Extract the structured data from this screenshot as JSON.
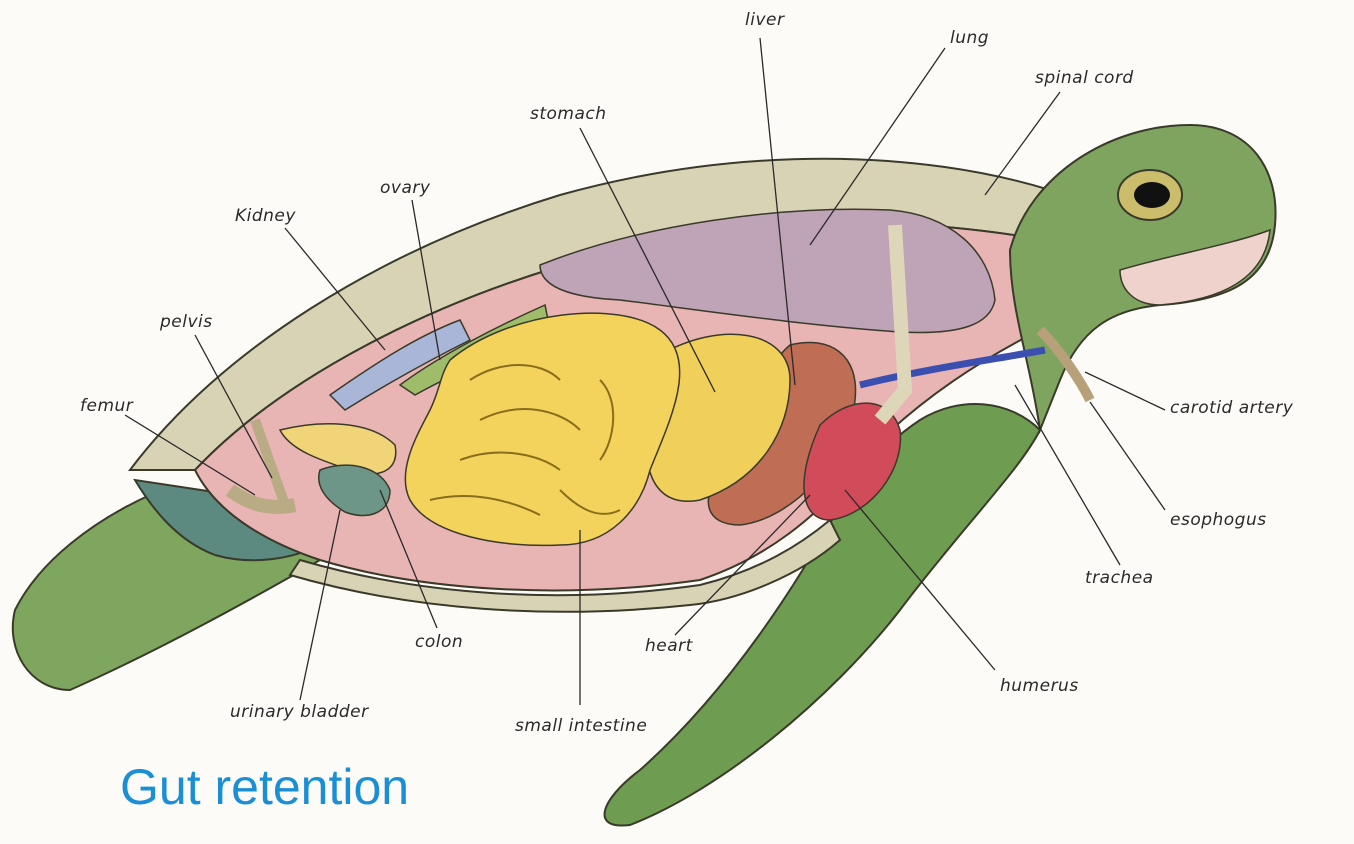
{
  "caption": "Gut retention",
  "labels": {
    "liver": "liver",
    "lung": "lung",
    "spinal_cord": "spinal cord",
    "stomach": "stomach",
    "ovary": "ovary",
    "kidney": "Kidney",
    "pelvis": "pelvis",
    "femur": "femur",
    "carotid_artery": "carotid artery",
    "esophagus": "esophogus",
    "trachea": "trachea",
    "humerus": "humerus",
    "heart": "heart",
    "colon": "colon",
    "urinary_bladder": "urinary bladder",
    "small_intestine": "small intestine"
  },
  "colors": {
    "caption": "#1a8fd6",
    "skin_green": "#6f9a55",
    "scute_dark": "#4d7a3c",
    "shell_rim": "#d9d3b6",
    "body_cavity": "#e9b4b4",
    "lung": "#bfa3b7",
    "intestine": "#f3d35c",
    "liver": "#bf6d55",
    "heart": "#d24b5a",
    "kidney": "#a9b6d8",
    "ovary": "#9ebc6a",
    "bladder": "#6d9688",
    "artery": "#3b4fb0"
  }
}
